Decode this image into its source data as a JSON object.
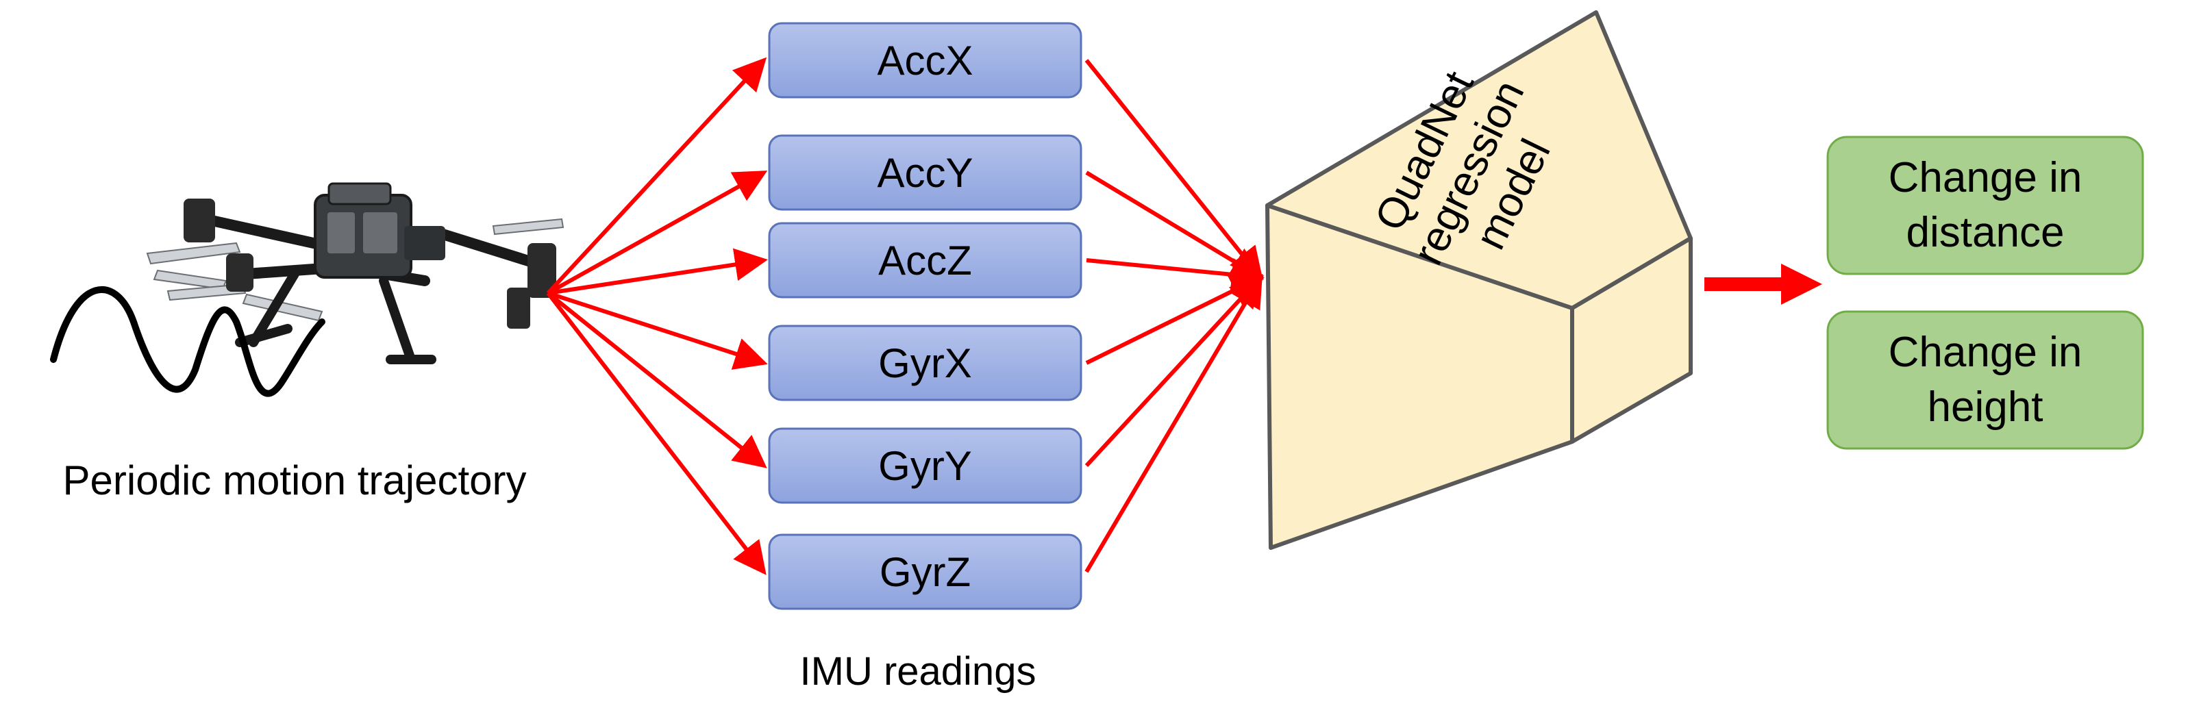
{
  "input": {
    "caption": "Periodic motion trajectory"
  },
  "imu": {
    "caption": "IMU readings",
    "channels": [
      "AccX",
      "AccY",
      "AccZ",
      "GyrX",
      "GyrY",
      "GyrZ"
    ]
  },
  "model": {
    "lines": [
      "QuadNet",
      "regression",
      "model"
    ]
  },
  "outputs": [
    {
      "line1": "Change in",
      "line2": "distance"
    },
    {
      "line1": "Change in",
      "line2": "height"
    }
  ],
  "colors": {
    "arrow": "#ff0000",
    "imu_fill_top": "#b4c3ec",
    "imu_fill_bottom": "#8ea3de",
    "imu_stroke": "#5a73b8",
    "model_fill": "#fdefc8",
    "model_stroke": "#595959",
    "output_fill": "#a9d08e",
    "output_stroke": "#70ad47"
  },
  "icons": {
    "drone": "drone-icon",
    "wave": "sine-wave-icon"
  }
}
